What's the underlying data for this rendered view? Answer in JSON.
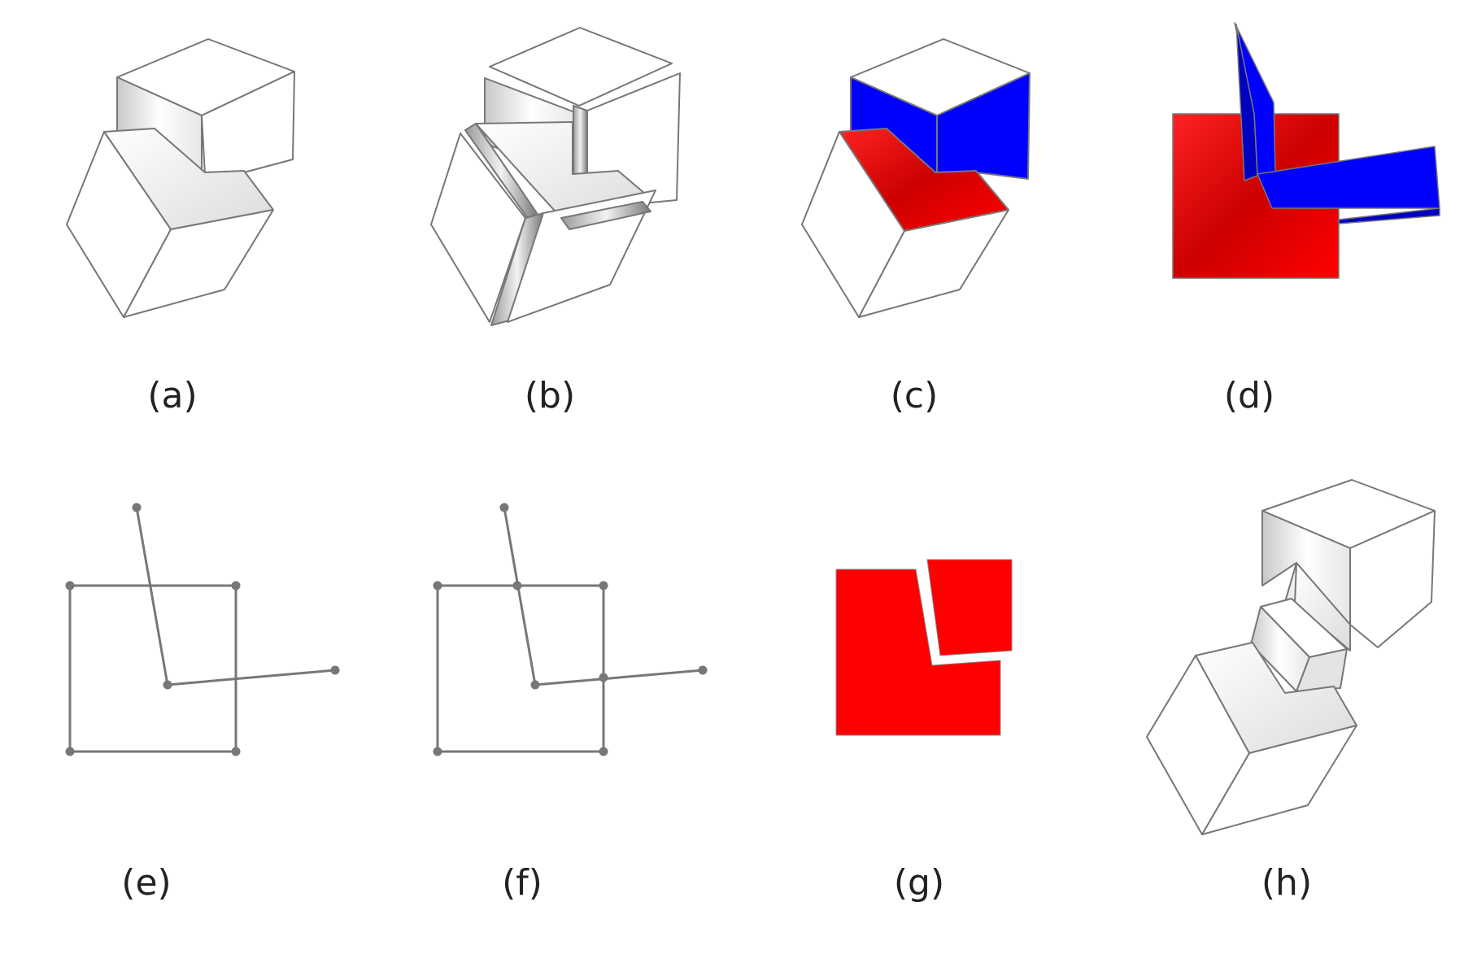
{
  "figure": {
    "panels": [
      {
        "id": "a",
        "label": "(a)"
      },
      {
        "id": "b",
        "label": "(b)"
      },
      {
        "id": "c",
        "label": "(c)"
      },
      {
        "id": "d",
        "label": "(d)"
      },
      {
        "id": "e",
        "label": "(e)"
      },
      {
        "id": "f",
        "label": "(f)"
      },
      {
        "id": "g",
        "label": "(g)"
      },
      {
        "id": "h",
        "label": "(h)"
      }
    ],
    "colors": {
      "face_red": "#ff0000",
      "face_blue": "#0000ff",
      "edge_gray": "#777777",
      "node_gray": "#777777",
      "background": "#ffffff"
    }
  }
}
